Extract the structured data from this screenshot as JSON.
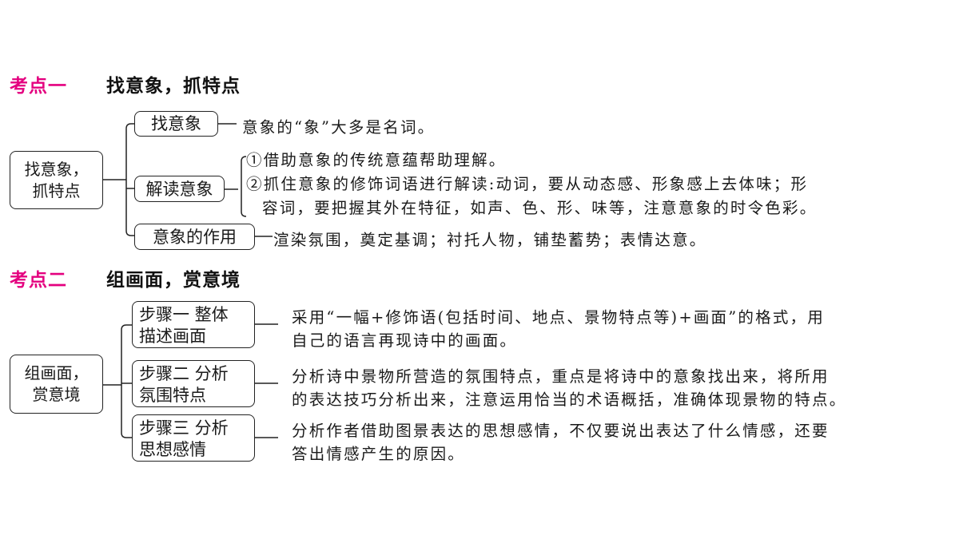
{
  "section1": {
    "label": "考点一",
    "title": "找意象，抓特点",
    "root": {
      "line1": "找意象，",
      "line2": "抓特点"
    },
    "branches": [
      {
        "label": "找意象",
        "desc": [
          "意象的“象”大多是名词。"
        ]
      },
      {
        "label": "解读意象",
        "desc": [
          "①借助意象的传统意蕴帮助理解。",
          "②抓住意象的修饰词语进行解读:动词，要从动态感、形象感上去体味；形",
          "容词，要把握其外在特征，如声、色、形、味等，注意意象的时令色彩。"
        ]
      },
      {
        "label": "意象的作用",
        "desc": [
          "渲染氛围，奠定基调；衬托人物，铺垫蓄势；表情达意。"
        ]
      }
    ]
  },
  "section2": {
    "label": "考点二",
    "title": "组画面，赏意境",
    "root": {
      "line1": "组画面，",
      "line2": "赏意境"
    },
    "steps": [
      {
        "line1": "步骤一  整体",
        "line2": "描述画面",
        "desc": [
          "采用“一幅+修饰语(包括时间、地点、景物特点等)+画面”的格式，用",
          "自己的语言再现诗中的画面。"
        ]
      },
      {
        "line1": "步骤二  分析",
        "line2": "氛围特点",
        "desc": [
          "分析诗中景物所营造的氛围特点，重点是将诗中的意象找出来，将所用",
          "的表达技巧分析出来，注意运用恰当的术语概括，准确体现景物的特点。"
        ]
      },
      {
        "line1": "步骤三  分析",
        "line2": "思想感情",
        "desc": [
          "分析作者借助图景表达的思想感情，不仅要说出表达了什么情感，还要",
          "答出情感产生的原因。"
        ]
      }
    ]
  }
}
